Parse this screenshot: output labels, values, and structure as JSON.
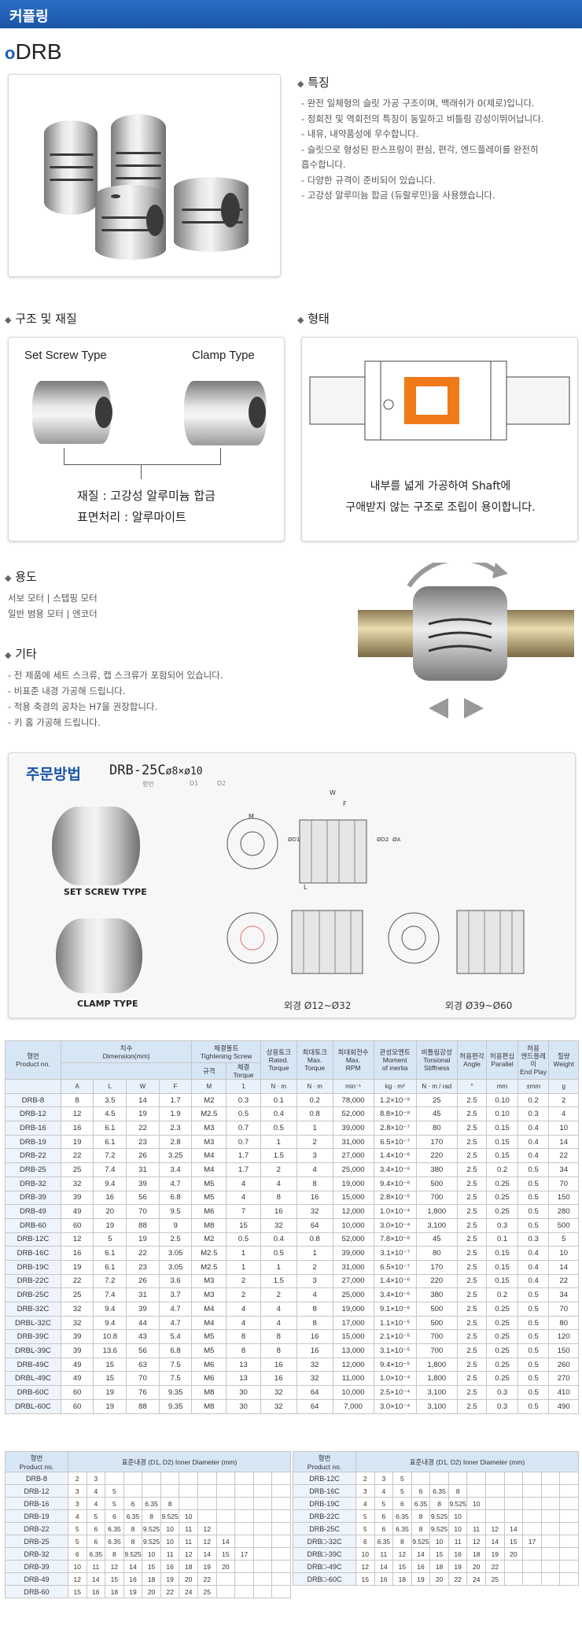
{
  "header": {
    "title": "커플링"
  },
  "model": "DRB",
  "features": {
    "title": "특징",
    "items": [
      "- 완전 일체형의 슬릿 가공 구조이며, 백래쉬가 0(제로)입니다.",
      "- 정회전 및 역회전의 특징이 동일하고 비틀림 강성이뛰어납니다.",
      "- 내유, 내약품성에 우수합니다.",
      "- 슬릿으로 형성된 판스프링이 편심, 편각, 엔드플레이를 완전히",
      "흡수합니다.",
      "- 다양한 규격이 준비되어 있습니다.",
      "- 고강성 알루미늄 합금 (듀랄루민)을 사용했습니다."
    ]
  },
  "structure": {
    "title": "구조 및 재질",
    "set_screw": "Set Screw Type",
    "clamp": "Clamp Type",
    "material": "재질 : 고강성 알루미늄 합금",
    "surface": "표면처리 : 알루마이트"
  },
  "shape": {
    "title": "형태",
    "desc1": "내부를 넓게 가공하여 Shaft에",
    "desc2": "구애받지 않는 구조로 조립이 용이합니다."
  },
  "usage": {
    "title": "용도",
    "line1": "서보 모터 | 스텝핑 모터",
    "line2": "일반 범용 모터 | 엔코더"
  },
  "etc": {
    "title": "기타",
    "items": [
      "- 전 제품에 세트 스크류, 캡 스크류가 포함되어 있습니다.",
      "- 비표준 내경 가공해 드립니다.",
      "- 적용 축경의 공차는 H7을 권장합니다.",
      "- 키 홈 가공해 드립니다."
    ]
  },
  "order": {
    "title": "주문방법",
    "code": "DRB-25C",
    "d1": "ø8",
    "x": "×",
    "d2": "ø10",
    "lbl_model": "형번",
    "lbl_d1": "D1",
    "lbl_d2": "D2",
    "set_screw": "SET SCREW TYPE",
    "clamp": "CLAMP TYPE",
    "range1": "외경 Ø12~Ø32",
    "range2": "외경 Ø39~Ø60",
    "dim_labels": {
      "W": "W",
      "L": "L",
      "F": "F",
      "M": "M",
      "D1": "ØD1",
      "D2": "ØD2",
      "A": "ØA"
    }
  },
  "spec": {
    "headers": {
      "pn": "형번\nProduct no.",
      "dim": "치수\nDimension(mm)",
      "screw": "체결볼트\nTightening Screw",
      "rated": "상용토크\nRated.\nTorque",
      "max": "최대토크\nMax.\nTorque",
      "rpm": "최대회전수\nMax.\nRPM",
      "inertia": "관성모멘트\nMoment\nof inertia",
      "stiff": "비틀림강성\nTorsional\nStiffness",
      "angle": "허용편각\nAngle",
      "parallel": "허용편심\nParallel",
      "endplay": "허용\n엔드플레이\nEnd Play",
      "weight": "질량\nWeight"
    },
    "sub": [
      "A",
      "L",
      "W",
      "F",
      "M",
      "1"
    ],
    "sub_labels": {
      "spec": "규격",
      "torque": "체결 Torque"
    },
    "units": [
      "",
      "",
      "",
      "",
      "",
      "",
      "N · m",
      "N · m",
      "min⁻¹",
      "kg · m²",
      "N · m / rad",
      "°",
      "mm",
      "±mm",
      "g"
    ],
    "rows": [
      [
        "DRB-8",
        "8",
        "3.5",
        "14",
        "1.7",
        "M2",
        "0.3",
        "0.1",
        "0.2",
        "78,000",
        "1.2×10⁻⁸",
        "25",
        "2.5",
        "0.10",
        "0.2",
        "2"
      ],
      [
        "DRB-12",
        "12",
        "4.5",
        "19",
        "1.9",
        "M2.5",
        "0.5",
        "0.4",
        "0.8",
        "52,000",
        "8.8×10⁻⁸",
        "45",
        "2.5",
        "0.10",
        "0.3",
        "4"
      ],
      [
        "DRB-16",
        "16",
        "6.1",
        "22",
        "2.3",
        "M3",
        "0.7",
        "0.5",
        "1",
        "39,000",
        "2.8×10⁻⁷",
        "80",
        "2.5",
        "0.15",
        "0.4",
        "10"
      ],
      [
        "DRB-19",
        "19",
        "6.1",
        "23",
        "2.8",
        "M3",
        "0.7",
        "1",
        "2",
        "31,000",
        "6.5×10⁻⁷",
        "170",
        "2.5",
        "0.15",
        "0.4",
        "14"
      ],
      [
        "DRB-22",
        "22",
        "7.2",
        "26",
        "3.25",
        "M4",
        "1.7",
        "1.5",
        "3",
        "27,000",
        "1.4×10⁻⁶",
        "220",
        "2.5",
        "0.15",
        "0.4",
        "22"
      ],
      [
        "DRB-25",
        "25",
        "7.4",
        "31",
        "3.4",
        "M4",
        "1.7",
        "2",
        "4",
        "25,000",
        "3.4×10⁻⁶",
        "380",
        "2.5",
        "0.2",
        "0.5",
        "34"
      ],
      [
        "DRB-32",
        "32",
        "9.4",
        "39",
        "4.7",
        "M5",
        "4",
        "4",
        "8",
        "19,000",
        "9.4×10⁻⁶",
        "500",
        "2.5",
        "0.25",
        "0.5",
        "70"
      ],
      [
        "DRB-39",
        "39",
        "16",
        "56",
        "6.8",
        "M5",
        "4",
        "8",
        "16",
        "15,000",
        "2.8×10⁻⁵",
        "700",
        "2.5",
        "0.25",
        "0.5",
        "150"
      ],
      [
        "DRB-49",
        "49",
        "20",
        "70",
        "9.5",
        "M6",
        "7",
        "16",
        "32",
        "12,000",
        "1.0×10⁻⁴",
        "1,800",
        "2.5",
        "0.25",
        "0.5",
        "280"
      ],
      [
        "DRB-60",
        "60",
        "19",
        "88",
        "9",
        "M8",
        "15",
        "32",
        "64",
        "10,000",
        "3.0×10⁻⁴",
        "3,100",
        "2.5",
        "0.3",
        "0.5",
        "500"
      ],
      [
        "DRB-12C",
        "12",
        "5",
        "19",
        "2.5",
        "M2",
        "0.5",
        "0.4",
        "0.8",
        "52,000",
        "7.8×10⁻⁸",
        "45",
        "2.5",
        "0.1",
        "0.3",
        "5"
      ],
      [
        "DRB-16C",
        "16",
        "6.1",
        "22",
        "3.05",
        "M2.5",
        "1",
        "0.5",
        "1",
        "39,000",
        "3.1×10⁻⁷",
        "80",
        "2.5",
        "0.15",
        "0.4",
        "10"
      ],
      [
        "DRB-19C",
        "19",
        "6.1",
        "23",
        "3.05",
        "M2.5",
        "1",
        "1",
        "2",
        "31,000",
        "6.5×10⁻⁷",
        "170",
        "2.5",
        "0.15",
        "0.4",
        "14"
      ],
      [
        "DRB-22C",
        "22",
        "7.2",
        "26",
        "3.6",
        "M3",
        "2",
        "1.5",
        "3",
        "27,000",
        "1.4×10⁻⁶",
        "220",
        "2.5",
        "0.15",
        "0.4",
        "22"
      ],
      [
        "DRB-25C",
        "25",
        "7.4",
        "31",
        "3.7",
        "M3",
        "2",
        "2",
        "4",
        "25,000",
        "3.4×10⁻⁶",
        "380",
        "2.5",
        "0.2",
        "0.5",
        "34"
      ],
      [
        "DRB-32C",
        "32",
        "9.4",
        "39",
        "4.7",
        "M4",
        "4",
        "4",
        "8",
        "19,000",
        "9.1×10⁻⁶",
        "500",
        "2.5",
        "0.25",
        "0.5",
        "70"
      ],
      [
        "DRBL-32C",
        "32",
        "9.4",
        "44",
        "4.7",
        "M4",
        "4",
        "4",
        "8",
        "17,000",
        "1.1×10⁻⁵",
        "500",
        "2.5",
        "0.25",
        "0.5",
        "80"
      ],
      [
        "DRB-39C",
        "39",
        "10.8",
        "43",
        "5.4",
        "M5",
        "8",
        "8",
        "16",
        "15,000",
        "2.1×10⁻⁵",
        "700",
        "2.5",
        "0.25",
        "0.5",
        "120"
      ],
      [
        "DRBL-39C",
        "39",
        "13.6",
        "56",
        "6.8",
        "M5",
        "8",
        "8",
        "16",
        "13,000",
        "3.1×10⁻⁵",
        "700",
        "2.5",
        "0.25",
        "0.5",
        "150"
      ],
      [
        "DRB-49C",
        "49",
        "15",
        "63",
        "7.5",
        "M6",
        "13",
        "16",
        "32",
        "12,000",
        "9.4×10⁻⁵",
        "1,800",
        "2.5",
        "0.25",
        "0.5",
        "260"
      ],
      [
        "DRBL-49C",
        "49",
        "15",
        "70",
        "7.5",
        "M6",
        "13",
        "16",
        "32",
        "11,000",
        "1.0×10⁻⁴",
        "1,800",
        "2.5",
        "0.25",
        "0.5",
        "270"
      ],
      [
        "DRB-60C",
        "60",
        "19",
        "76",
        "9.35",
        "M8",
        "30",
        "32",
        "64",
        "10,000",
        "2.5×10⁻⁴",
        "3,100",
        "2.5",
        "0.3",
        "0.5",
        "410"
      ],
      [
        "DRBL-60C",
        "60",
        "19",
        "88",
        "9.35",
        "M8",
        "30",
        "32",
        "64",
        "7,000",
        "3.0×10⁻⁴",
        "3,100",
        "2.5",
        "0.3",
        "0.5",
        "490"
      ]
    ]
  },
  "diam": {
    "h_pn": "형번\nProduct no.",
    "h_dia": "표준내경 (D1, D2) Inner Diameter (mm)",
    "left": [
      [
        "DRB-8",
        "2",
        "3",
        "",
        "",
        "",
        "",
        "",
        "",
        "",
        "",
        "",
        ""
      ],
      [
        "DRB-12",
        "3",
        "4",
        "5",
        "",
        "",
        "",
        "",
        "",
        "",
        "",
        "",
        ""
      ],
      [
        "DRB-16",
        "3",
        "4",
        "5",
        "6",
        "6.35",
        "8",
        "",
        "",
        "",
        "",
        "",
        ""
      ],
      [
        "DRB-19",
        "4",
        "5",
        "6",
        "6.35",
        "8",
        "9.525",
        "10",
        "",
        "",
        "",
        "",
        ""
      ],
      [
        "DRB-22",
        "5",
        "6",
        "6.35",
        "8",
        "9.525",
        "10",
        "11",
        "12",
        "",
        "",
        "",
        ""
      ],
      [
        "DRB-25",
        "5",
        "6",
        "6.35",
        "8",
        "9.525",
        "10",
        "11",
        "12",
        "14",
        "",
        "",
        ""
      ],
      [
        "DRB-32",
        "6",
        "6.35",
        "8",
        "9.525",
        "10",
        "11",
        "12",
        "14",
        "15",
        "17",
        "",
        ""
      ],
      [
        "DRB-39",
        "10",
        "11",
        "12",
        "14",
        "15",
        "16",
        "18",
        "19",
        "20",
        "",
        "",
        ""
      ],
      [
        "DRB-49",
        "12",
        "14",
        "15",
        "16",
        "18",
        "19",
        "20",
        "22",
        "",
        "",
        "",
        ""
      ],
      [
        "DRB-60",
        "15",
        "16",
        "18",
        "19",
        "20",
        "22",
        "24",
        "25",
        "",
        "",
        "",
        ""
      ]
    ],
    "right": [
      [
        "DRB-12C",
        "2",
        "3",
        "5",
        "",
        "",
        "",
        "",
        "",
        "",
        "",
        "",
        ""
      ],
      [
        "DRB-16C",
        "3",
        "4",
        "5",
        "6",
        "6.35",
        "8",
        "",
        "",
        "",
        "",
        "",
        ""
      ],
      [
        "DRB-19C",
        "4",
        "5",
        "6",
        "6.35",
        "8",
        "9.525",
        "10",
        "",
        "",
        "",
        "",
        ""
      ],
      [
        "DRB-22C",
        "5",
        "6",
        "6.35",
        "8",
        "9.525",
        "10",
        "",
        "",
        "",
        "",
        "",
        ""
      ],
      [
        "DRB-25C",
        "5",
        "6",
        "6.35",
        "8",
        "9.525",
        "10",
        "11",
        "12",
        "14",
        "",
        "",
        ""
      ],
      [
        "DRB□-32C",
        "6",
        "6.35",
        "8",
        "9.525",
        "10",
        "11",
        "12",
        "14",
        "15",
        "17",
        "",
        ""
      ],
      [
        "DRB□-39C",
        "10",
        "11",
        "12",
        "14",
        "15",
        "16",
        "18",
        "19",
        "20",
        "",
        "",
        ""
      ],
      [
        "DRB□-49C",
        "12",
        "14",
        "15",
        "16",
        "18",
        "19",
        "20",
        "22",
        "",
        "",
        "",
        ""
      ],
      [
        "DRB□-60C",
        "15",
        "16",
        "18",
        "19",
        "20",
        "22",
        "24",
        "25",
        "",
        "",
        "",
        ""
      ]
    ]
  }
}
